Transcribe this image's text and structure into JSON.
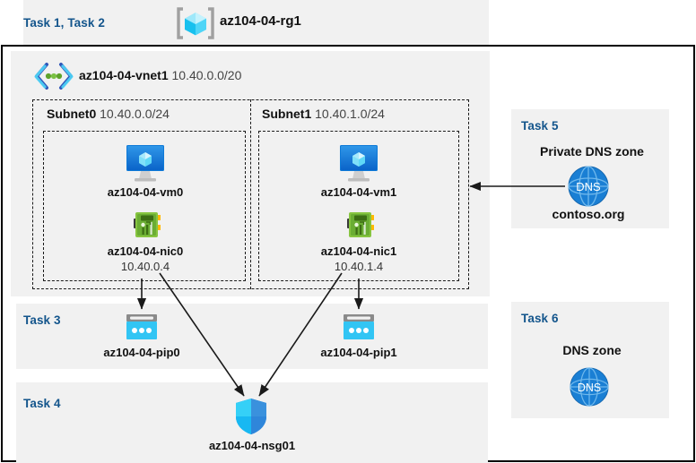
{
  "header": {
    "task_label": "Task 1, Task 2",
    "resource_group_name": "az104-04-rg1",
    "resource_group_icon": "resource-group-cube-icon"
  },
  "vnet": {
    "name": "az104-04-vnet1",
    "cidr": "10.40.0.0/20",
    "icon": "virtual-network-icon"
  },
  "subnets": [
    {
      "name": "Subnet0",
      "cidr": "10.40.0.0/24",
      "vm": {
        "label": "az104-04-vm0",
        "icon": "virtual-machine-icon"
      },
      "nic": {
        "label": "az104-04-nic0",
        "ip": "10.40.0.4",
        "icon": "network-interface-icon"
      }
    },
    {
      "name": "Subnet1",
      "cidr": "10.40.1.0/24",
      "vm": {
        "label": "az104-04-vm1",
        "icon": "virtual-machine-icon"
      },
      "nic": {
        "label": "az104-04-nic1",
        "ip": "10.40.1.4",
        "icon": "network-interface-icon"
      }
    }
  ],
  "task3": {
    "task_label": "Task 3",
    "pip0": {
      "label": "az104-04-pip0",
      "icon": "public-ip-address-icon"
    },
    "pip1": {
      "label": "az104-04-pip1",
      "icon": "public-ip-address-icon"
    }
  },
  "task4": {
    "task_label": "Task 4",
    "nsg": {
      "label": "az104-04-nsg01",
      "icon": "network-security-group-shield-icon"
    }
  },
  "task5": {
    "task_label": "Task 5",
    "heading": "Private DNS zone",
    "zone_name": "contoso.org",
    "icon": "dns-globe-icon",
    "icon_text": "DNS"
  },
  "task6": {
    "task_label": "Task 6",
    "heading": "DNS zone",
    "icon": "dns-globe-icon",
    "icon_text": "DNS"
  },
  "colors": {
    "task_label": "#13558c",
    "panel_background": "#f1f1f1",
    "frame_border": "#000000",
    "dashed_border": "#1a1a1a",
    "azure_blue": "#0078d4",
    "cyan": "#32c5f4",
    "dns_blue": "#1a7fd4",
    "nic_green": "#5ea32a",
    "connector": "#1a1a1a"
  }
}
